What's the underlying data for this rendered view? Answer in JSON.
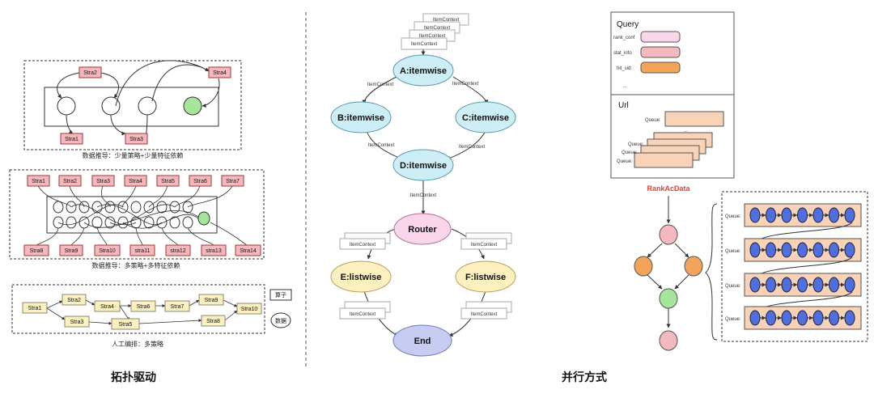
{
  "left": {
    "title": "拓扑驱动",
    "panel1": {
      "caption": "数据推导：少量策略+少量特征依赖",
      "labels": [
        "Stra2",
        "Stra4",
        "Stra1",
        "Stra3"
      ]
    },
    "panel2": {
      "caption": "数据推导：多策略+多特征依赖",
      "top_labels": [
        "Stra1",
        "Stra2",
        "Stra3",
        "Stra4",
        "Stra5",
        "Stra6",
        "Stra7"
      ],
      "bottom_labels": [
        "Stra8",
        "Stra9",
        "Stra10",
        "stra11",
        "stra12",
        "stra13",
        "Stra14"
      ]
    },
    "panel3": {
      "caption": "人工编排：多策略",
      "labels": [
        "Stra1",
        "Stra2",
        "Stra3",
        "Stra4",
        "Stra5",
        "Stra6",
        "Stra7",
        "Stra8",
        "Stra9",
        "Stra10"
      ],
      "legend_operator": "算子",
      "legend_data": "数据"
    }
  },
  "middle": {
    "nodes": {
      "a": "A:itemwise",
      "b": "B:itemwise",
      "c": "C:itemwise",
      "d": "D:itemwise",
      "router": "Router",
      "e": "E:listwise",
      "f": "F:listwise",
      "end": "End"
    },
    "edge_label": "ItemContext",
    "stack_label": "ItemContext"
  },
  "right": {
    "title": "并行方式",
    "query": {
      "title": "Query",
      "fields": [
        "rank_conf",
        "stat_info",
        "hit_sid:",
        "..."
      ]
    },
    "url": {
      "title": "Url",
      "queue_label": "Queue:",
      "dots": "..."
    },
    "rank_label": "RankAcData",
    "queue_label": "Queue:"
  },
  "colors": {
    "pink": "#f4b9be",
    "yellow": "#fbf0be",
    "cyan": "#cdeef4",
    "router_pink": "#f9d6ea",
    "end_purple": "#c7ccf2",
    "peach": "#f9d3b8",
    "orange": "#f2a55a",
    "green": "#a6e69a",
    "blue": "#4f6fe0",
    "red_text": "#e0403a"
  }
}
